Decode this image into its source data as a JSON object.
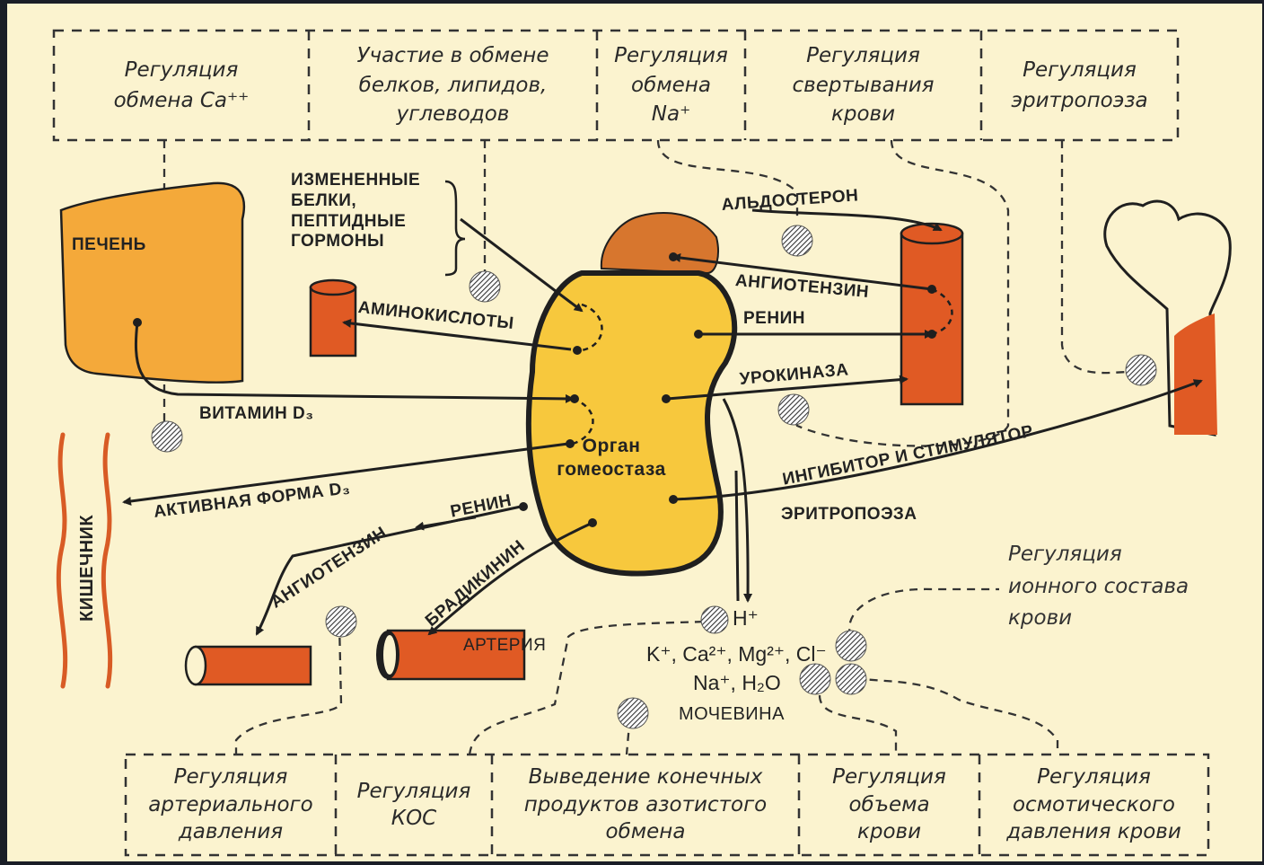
{
  "top_boxes": [
    {
      "text": "Регуляция\nобмена Ca⁺⁺"
    },
    {
      "text": "Участие в обмене\nбелков, липидов,\nуглеводов"
    },
    {
      "text": "Регуляция\nобмена\nNa⁺"
    },
    {
      "text": "Регуляция\nсвертывания\nкрови"
    },
    {
      "text": "Регуляция\nэритропоэза"
    }
  ],
  "bottom_boxes": [
    {
      "text": "Регуляция\nартериального\nдавления"
    },
    {
      "text": "Регуляция\nКОС"
    },
    {
      "text": "Выведение конечных\nпродуктов азотистого\nобмена"
    },
    {
      "text": "Регуляция\nобъема\nкрови"
    },
    {
      "text": "Регуляция\nосмотического\nдавления крови"
    }
  ],
  "labels": {
    "liver": "ПЕЧЕНЬ",
    "altered_proteins": "ИЗМЕНЕННЫЕ\nБЕЛКИ,\nПЕПТИДНЫЕ\nГОРМОНЫ",
    "amino_acids": "АМИНОКИСЛОТЫ",
    "aldosterone": "АЛЬДОСТЕРОН",
    "angiotensin_right": "АНГИОТЕНЗИН",
    "renin_right": "РЕНИН",
    "urokinase": "УРОКИНАЗА",
    "vitamin_d3": "ВИТАМИН D₃",
    "active_d3": "АКТИВНАЯ ФОРМА D₃",
    "renin_left": "РЕНИН",
    "angiotensin_left": "АНГИОТЕНЗИН",
    "bradykinin": "БРАДИКИНИН",
    "artery": "АРТЕРИЯ",
    "intestine": "КИШЕЧНИК",
    "organ": "Орган\nгомеостаза",
    "erythro_1": "ИНГИБИТОР И СТИМУЛЯТОР",
    "erythro_2": "ЭРИТРОПОЭЗА",
    "h_ion": "H⁺",
    "ions_line1": "K⁺, Ca²⁺, Mg²⁺, Cl⁻",
    "ions_line2": "Na⁺, H₂O",
    "urea": "МОЧЕВИНА",
    "ion_regulation": "Регуляция\nионного состава\nкрови"
  },
  "colors": {
    "kidney": "#f6c53a",
    "liver": "#f4a93a",
    "vessel": "#e05a24",
    "adrenal": "#d7762e",
    "background": "#fbf3cf",
    "line": "#1f1f1f"
  }
}
